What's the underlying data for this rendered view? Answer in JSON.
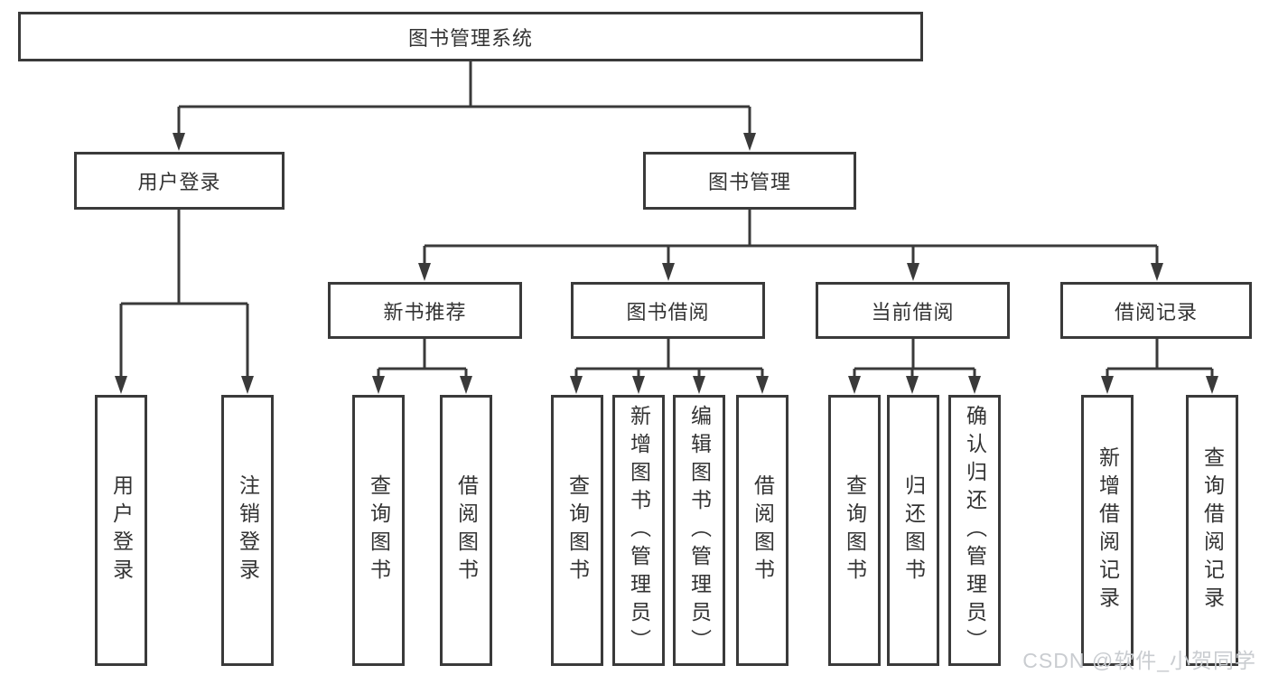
{
  "diagram": {
    "root": {
      "label": "图书管理系统"
    },
    "branches": [
      {
        "label": "用户登录",
        "children": [
          "用户登录",
          "注销登录"
        ]
      },
      {
        "label": "图书管理",
        "modules": [
          {
            "label": "新书推荐",
            "children": [
              "查询图书",
              "借阅图书"
            ]
          },
          {
            "label": "图书借阅",
            "children": [
              "查询图书",
              "新增图书（管理员）",
              "编辑图书（管理员）",
              "借阅图书"
            ]
          },
          {
            "label": "当前借阅",
            "children": [
              "查询图书",
              "归还图书",
              "确认归还（管理员）"
            ]
          },
          {
            "label": "借阅记录",
            "children": [
              "新增借阅记录",
              "查询借阅记录"
            ]
          }
        ]
      }
    ]
  },
  "watermark": {
    "text": "CSDN @软件_小贺同学"
  },
  "colors": {
    "line": "#3a3a3a",
    "box_border": "#3a3a3a",
    "box_background": "#ffffff",
    "text": "#333333",
    "watermark": "#c9ccd0",
    "page_background": "#ffffff"
  }
}
